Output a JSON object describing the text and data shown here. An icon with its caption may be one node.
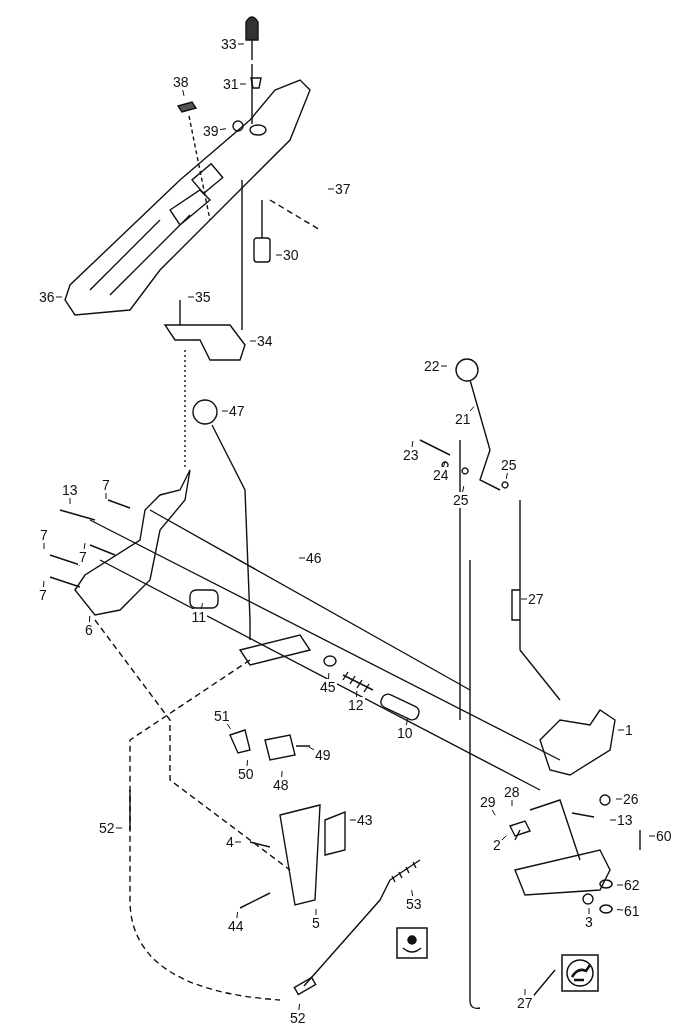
{
  "diagram": {
    "nodes": [
      {
        "text": [
          "33"
        ]
      },
      {
        "text": [
          "38"
        ]
      },
      {
        "text": [
          "31"
        ]
      },
      {
        "text": [
          "39"
        ]
      },
      {
        "text": [
          "37"
        ]
      },
      {
        "text": [
          "30"
        ]
      },
      {
        "text": [
          "36"
        ]
      },
      {
        "text": [
          "35"
        ]
      },
      {
        "text": [
          "34"
        ]
      },
      {
        "text": [
          "22"
        ]
      },
      {
        "text": [
          "47"
        ]
      },
      {
        "text": [
          "21"
        ]
      },
      {
        "text": [
          "23"
        ]
      },
      {
        "text": [
          "24"
        ]
      },
      {
        "text": [
          "25"
        ]
      },
      {
        "text": [
          "25"
        ]
      },
      {
        "text": [
          "7"
        ]
      },
      {
        "text": [
          "13"
        ]
      },
      {
        "text": [
          "7"
        ]
      },
      {
        "text": [
          "7"
        ]
      },
      {
        "text": [
          "7"
        ]
      },
      {
        "text": [
          "46"
        ]
      },
      {
        "text": [
          "27"
        ]
      },
      {
        "text": [
          "6"
        ]
      },
      {
        "text": [
          "11"
        ]
      },
      {
        "text": [
          "45"
        ]
      },
      {
        "text": [
          "12"
        ]
      },
      {
        "text": [
          "10"
        ]
      },
      {
        "text": [
          "1"
        ]
      },
      {
        "text": [
          "51"
        ]
      },
      {
        "text": [
          "49"
        ]
      },
      {
        "text": [
          "50"
        ]
      },
      {
        "text": [
          "48"
        ]
      },
      {
        "text": [
          "26"
        ]
      },
      {
        "text": [
          "29"
        ]
      },
      {
        "text": [
          "28"
        ]
      },
      {
        "text": [
          "13"
        ]
      },
      {
        "text": [
          "60"
        ]
      },
      {
        "text": [
          "52"
        ]
      },
      {
        "text": [
          "4"
        ]
      },
      {
        "text": [
          "43"
        ]
      },
      {
        "text": [
          "2"
        ]
      },
      {
        "text": [
          "62"
        ]
      },
      {
        "text": [
          "53"
        ]
      },
      {
        "text": [
          "44"
        ]
      },
      {
        "text": [
          "5"
        ]
      },
      {
        "text": [
          "3"
        ]
      },
      {
        "text": [
          "61"
        ]
      },
      {
        "text": [
          "52"
        ]
      },
      {
        "text": [
          "27"
        ]
      }
    ],
    "edges": [
      {
        "from": 0,
        "to": null,
        "arrow": "none"
      },
      {
        "from": 1,
        "to": null,
        "arrow": "none"
      },
      {
        "from": 2,
        "to": null,
        "arrow": "none"
      },
      {
        "from": 3,
        "to": null,
        "arrow": "none"
      },
      {
        "from": 4,
        "to": null,
        "arrow": "none"
      },
      {
        "from": 5,
        "to": null,
        "arrow": "none"
      },
      {
        "from": 6,
        "to": null,
        "arrow": "none"
      },
      {
        "from": 7,
        "to": null,
        "arrow": "none"
      },
      {
        "from": 8,
        "to": null,
        "arrow": "none"
      },
      {
        "from": 9,
        "to": null,
        "arrow": "none"
      },
      {
        "from": 10,
        "to": null,
        "arrow": "none"
      },
      {
        "from": 11,
        "to": null,
        "arrow": "none"
      },
      {
        "from": 12,
        "to": null,
        "arrow": "none"
      },
      {
        "from": 13,
        "to": null,
        "arrow": "none"
      },
      {
        "from": 14,
        "to": null,
        "arrow": "none"
      },
      {
        "from": 15,
        "to": null,
        "arrow": "none"
      },
      {
        "from": 16,
        "to": null,
        "arrow": "none"
      },
      {
        "from": 17,
        "to": null,
        "arrow": "none"
      },
      {
        "from": 18,
        "to": null,
        "arrow": "none"
      },
      {
        "from": 19,
        "to": null,
        "arrow": "none"
      },
      {
        "from": 20,
        "to": null,
        "arrow": "none"
      },
      {
        "from": 21,
        "to": null,
        "arrow": "none"
      },
      {
        "from": 22,
        "to": null,
        "arrow": "none"
      },
      {
        "from": 23,
        "to": null,
        "arrow": "none"
      },
      {
        "from": 24,
        "to": null,
        "arrow": "none"
      },
      {
        "from": 25,
        "to": null,
        "arrow": "none"
      },
      {
        "from": 26,
        "to": null,
        "arrow": "none"
      },
      {
        "from": 27,
        "to": null,
        "arrow": "none"
      },
      {
        "from": 28,
        "to": null,
        "arrow": "none"
      },
      {
        "from": 29,
        "to": null,
        "arrow": "none"
      },
      {
        "from": 30,
        "to": null,
        "arrow": "none"
      },
      {
        "from": 31,
        "to": null,
        "arrow": "none"
      },
      {
        "from": 32,
        "to": null,
        "arrow": "none"
      },
      {
        "from": 33,
        "to": null,
        "arrow": "none"
      },
      {
        "from": 34,
        "to": null,
        "arrow": "none"
      },
      {
        "from": 35,
        "to": null,
        "arrow": "none"
      },
      {
        "from": 36,
        "to": null,
        "arrow": "none"
      },
      {
        "from": 37,
        "to": null,
        "arrow": "none"
      },
      {
        "from": 38,
        "to": null,
        "arrow": "none"
      },
      {
        "from": 39,
        "to": null,
        "arrow": "none"
      },
      {
        "from": 40,
        "to": null,
        "arrow": "none"
      },
      {
        "from": 41,
        "to": null,
        "arrow": "none"
      },
      {
        "from": 42,
        "to": null,
        "arrow": "none"
      },
      {
        "from": 43,
        "to": null,
        "arrow": "none"
      },
      {
        "from": 44,
        "to": null,
        "arrow": "none"
      },
      {
        "from": 45,
        "to": null,
        "arrow": "none"
      },
      {
        "from": 46,
        "to": null,
        "arrow": "none"
      },
      {
        "from": 47,
        "to": null,
        "arrow": "none"
      },
      {
        "from": 48,
        "to": null,
        "arrow": "none"
      },
      {
        "from": 49,
        "to": null,
        "arrow": "none"
      }
    ]
  }
}
